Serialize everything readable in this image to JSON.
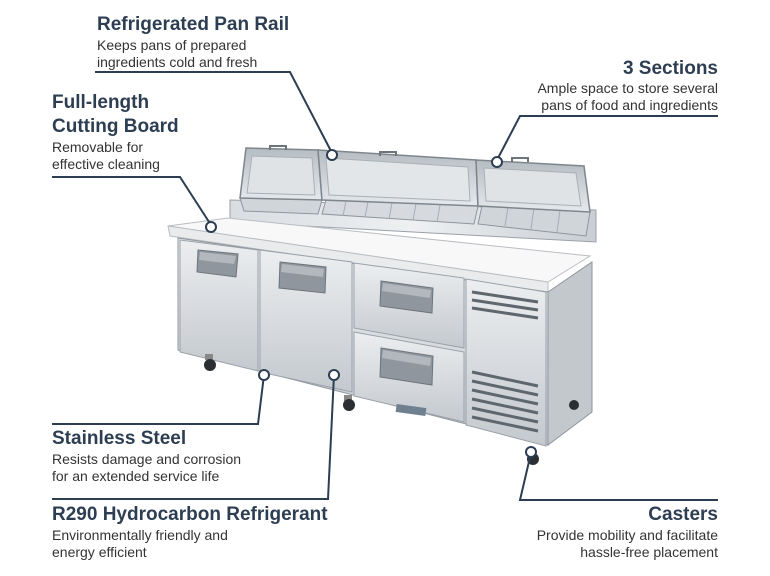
{
  "callouts": {
    "pan_rail": {
      "title": "Refrigerated Pan Rail",
      "line1": "Keeps pans of prepared",
      "line2": "ingredients cold and fresh"
    },
    "sections": {
      "title": "3 Sections",
      "line1": "Ample space to store several",
      "line2": "pans of food and ingredients"
    },
    "cutting_board": {
      "title_line1": "Full-length",
      "title_line2": "Cutting Board",
      "line1": "Removable for",
      "line2": "effective cleaning"
    },
    "stainless": {
      "title": "Stainless Steel",
      "line1": "Resists damage and corrosion",
      "line2": "for an extended service life"
    },
    "refrigerant": {
      "title": "R290 Hydrocarbon Refrigerant",
      "line1": "Environmentally friendly and",
      "line2": "energy efficient"
    },
    "casters": {
      "title": "Casters",
      "line1": "Provide mobility and facilitate",
      "line2": "hassle-free placement"
    }
  },
  "colors": {
    "heading": "#2d3e52",
    "leader_line": "#2d3e52",
    "steel_light": "#e3e6e9",
    "steel_mid": "#c9ced3",
    "steel_dark": "#9aa1a8",
    "cutting_board": "#f7f7f7"
  },
  "product_image": {
    "subject": "refrigerated pizza prep table",
    "door_count": 2,
    "drawer_count": 2,
    "section_count": 3
  }
}
